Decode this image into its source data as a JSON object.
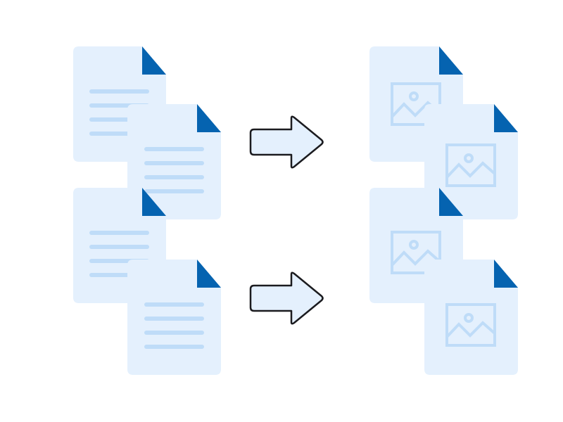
{
  "diagram": {
    "concept": "documents-to-images-conversion",
    "colors": {
      "background": "#ffffff",
      "page_fill": "#e4f0fd",
      "fold_fill": "#0563b0",
      "line_color": "#bfdcf8",
      "arrow_fill": "#e4f0fd",
      "arrow_stroke": "#1b1b1f"
    },
    "source_group": {
      "icon": "text-document-icon",
      "document_count": 4
    },
    "target_group": {
      "icon": "image-file-icon",
      "document_count": 4
    },
    "arrows": {
      "icon": "right-arrow-icon",
      "count": 2
    }
  }
}
